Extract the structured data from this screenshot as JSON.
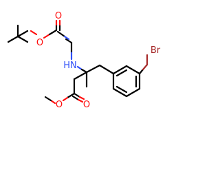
{
  "colors": {
    "carbon": "#000000",
    "oxygen": "#ff0d0d",
    "nitrogen": "#3050f8",
    "bromine": "#a62929",
    "background": "#ffffff"
  },
  "atoms": {
    "br": "Br",
    "nh": "HN",
    "o_ester_carbonyl": "O",
    "o_ester_alkoxy": "O",
    "o_boc_carbonyl": "O",
    "o_boc_alkoxy": "O"
  }
}
